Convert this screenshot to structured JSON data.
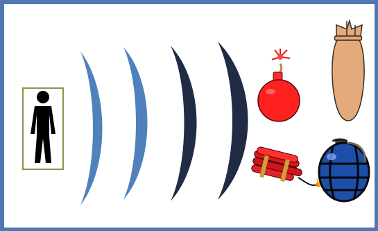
{
  "diagram": {
    "person": {
      "icon": "standing-person-icon",
      "box_color": "#7f9a4b",
      "figure_color": "#000000"
    },
    "shields": [
      {
        "name": "shield-layer-1",
        "color": "#4f81bd"
      },
      {
        "name": "shield-layer-2",
        "color": "#4f81bd"
      },
      {
        "name": "shield-layer-3",
        "color": "#1f2c44"
      },
      {
        "name": "shield-layer-4",
        "color": "#1f2c44"
      }
    ],
    "threats": [
      {
        "name": "round-bomb-icon",
        "color": "#ff2020"
      },
      {
        "name": "aerial-bomb-icon",
        "color": "#e3aa7c"
      },
      {
        "name": "dynamite-bundle-icon",
        "color": "#d8181c"
      },
      {
        "name": "hand-grenade-icon",
        "color": "#1d4fa8"
      }
    ],
    "frame_color": "#4f78b0"
  }
}
